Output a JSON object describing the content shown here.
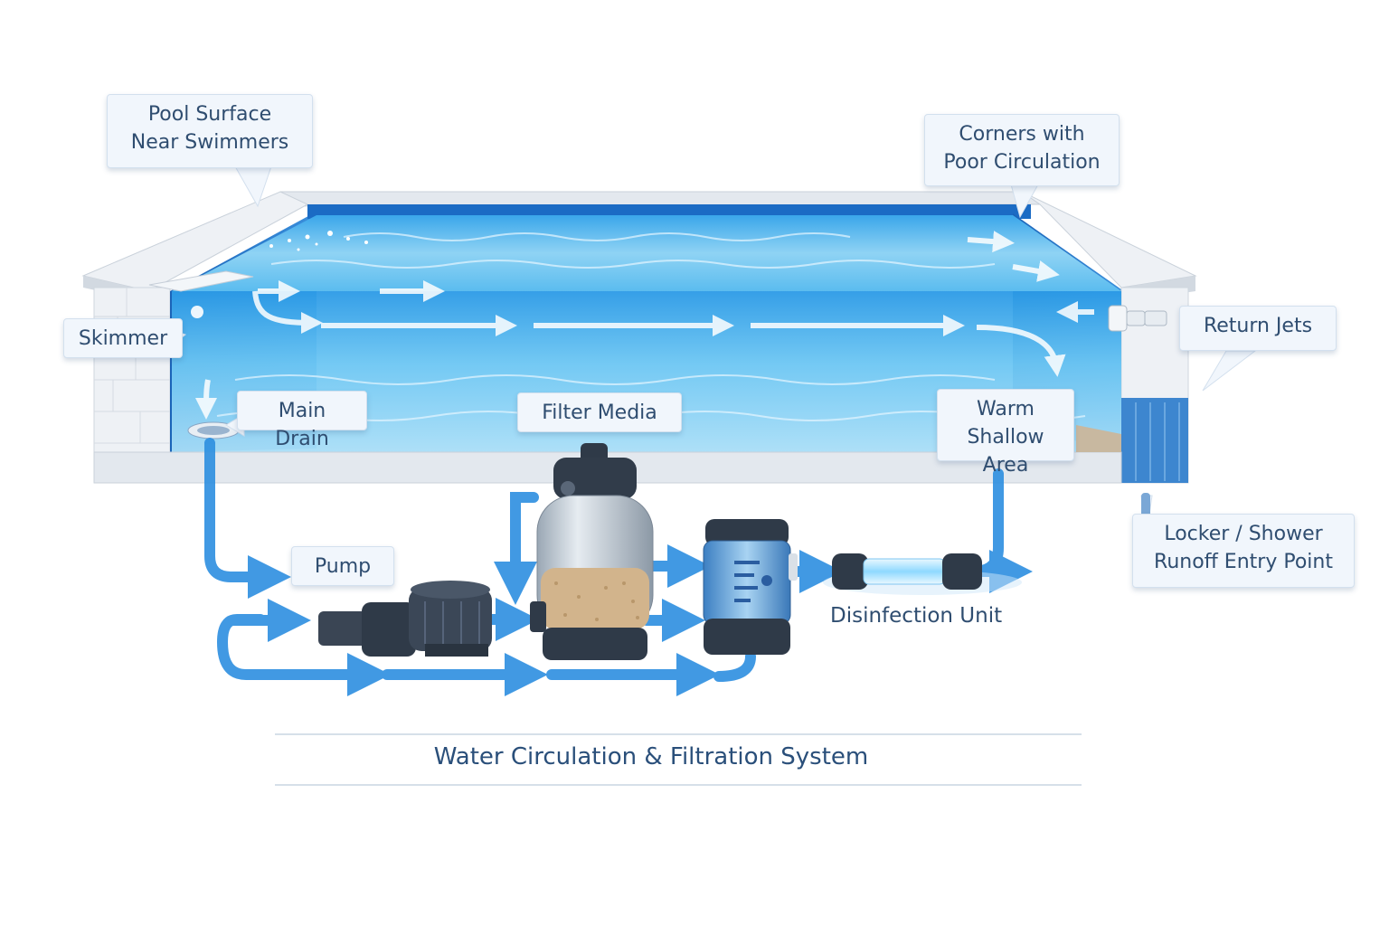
{
  "labels": {
    "pool_surface": "Pool Surface\nNear Swimmers",
    "corners": "Corners with\nPoor Circulation",
    "skimmer": "Skimmer",
    "return_jets": "Return Jets",
    "main_drain": "Main Drain",
    "filter_media": "Filter Media",
    "warm_shallow": "Warm\nShallow Area",
    "locker_shower": "Locker / Shower\nRunoff Entry Point",
    "pump": "Pump",
    "disinfection": "Disinfection Unit"
  },
  "title": "Water Circulation & Filtration System",
  "colors": {
    "water_light": "#8fd3f4",
    "water_deep": "#1f8fdc",
    "flow_arrow": "#2d8fe0",
    "tile": "#1e73c8",
    "coping": "#e9edf2",
    "equipment_dark": "#2f3a48",
    "sand": "#d2b48c",
    "uv_glow": "#8fd9ff",
    "label_text": "#2f4d70"
  }
}
